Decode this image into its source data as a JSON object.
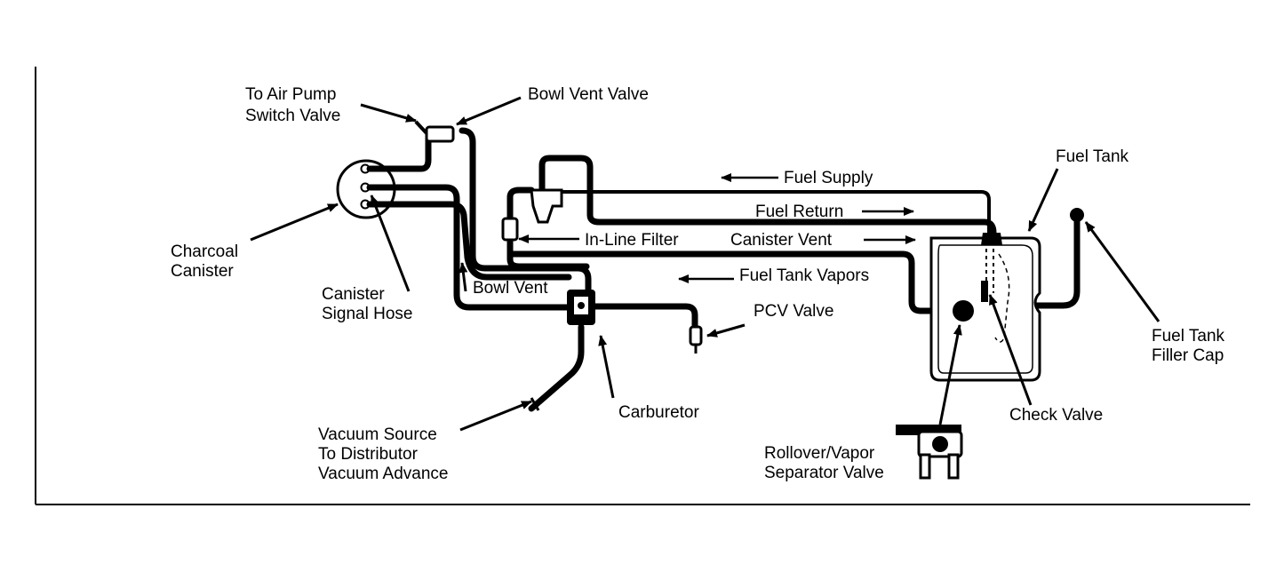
{
  "labels": {
    "to_air_pump_line1": "To Air Pump",
    "to_air_pump_line2": "Switch Valve",
    "bowl_vent_valve": "Bowl Vent Valve",
    "fuel_tank": "Fuel Tank",
    "fuel_supply": "Fuel Supply",
    "fuel_return": "Fuel Return",
    "canister_vent": "Canister Vent",
    "in_line_filter": "In-Line Filter",
    "charcoal_canister_line1": "Charcoal",
    "charcoal_canister_line2": "Canister",
    "canister_signal_line1": "Canister",
    "canister_signal_line2": "Signal Hose",
    "bowl_vent": "Bowl Vent",
    "fuel_tank_vapors": "Fuel Tank Vapors",
    "pcv_valve": "PCV Valve",
    "fuel_tank_filler_line1": "Fuel Tank",
    "fuel_tank_filler_line2": "Filler Cap",
    "carburetor": "Carburetor",
    "check_valve": "Check Valve",
    "vacuum_source_line1": "Vacuum Source",
    "vacuum_source_line2": "To Distributor",
    "vacuum_source_line3": "Vacuum Advance",
    "rollover_line1": "Rollover/Vapor",
    "rollover_line2": "Separator Valve"
  },
  "colors": {
    "ink": "#000000",
    "paper": "#ffffff"
  }
}
